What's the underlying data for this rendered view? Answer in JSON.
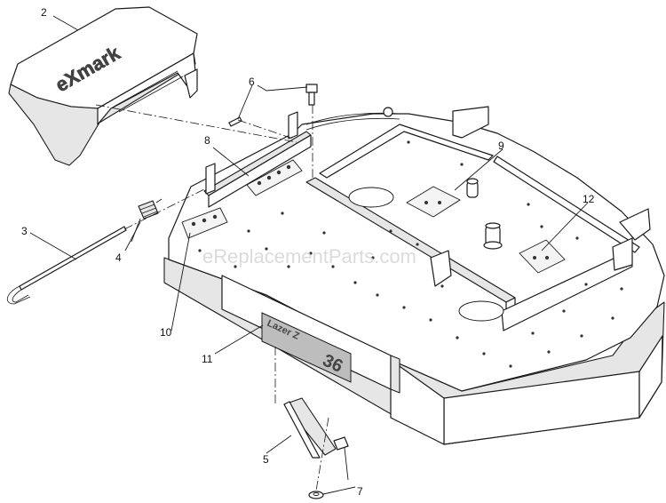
{
  "watermark": "eReplacementParts.com",
  "chute_brand": "eXmark",
  "deck_brand": "Lazer Z",
  "deck_size": "36",
  "callouts": [
    {
      "id": "2",
      "label": "2"
    },
    {
      "id": "6",
      "label": "6"
    },
    {
      "id": "8",
      "label": "8"
    },
    {
      "id": "9",
      "label": "9"
    },
    {
      "id": "12",
      "label": "12"
    },
    {
      "id": "3",
      "label": "3"
    },
    {
      "id": "4",
      "label": "4"
    },
    {
      "id": "10",
      "label": "10"
    },
    {
      "id": "11",
      "label": "11"
    },
    {
      "id": "5",
      "label": "5"
    },
    {
      "id": "7",
      "label": "7"
    }
  ]
}
